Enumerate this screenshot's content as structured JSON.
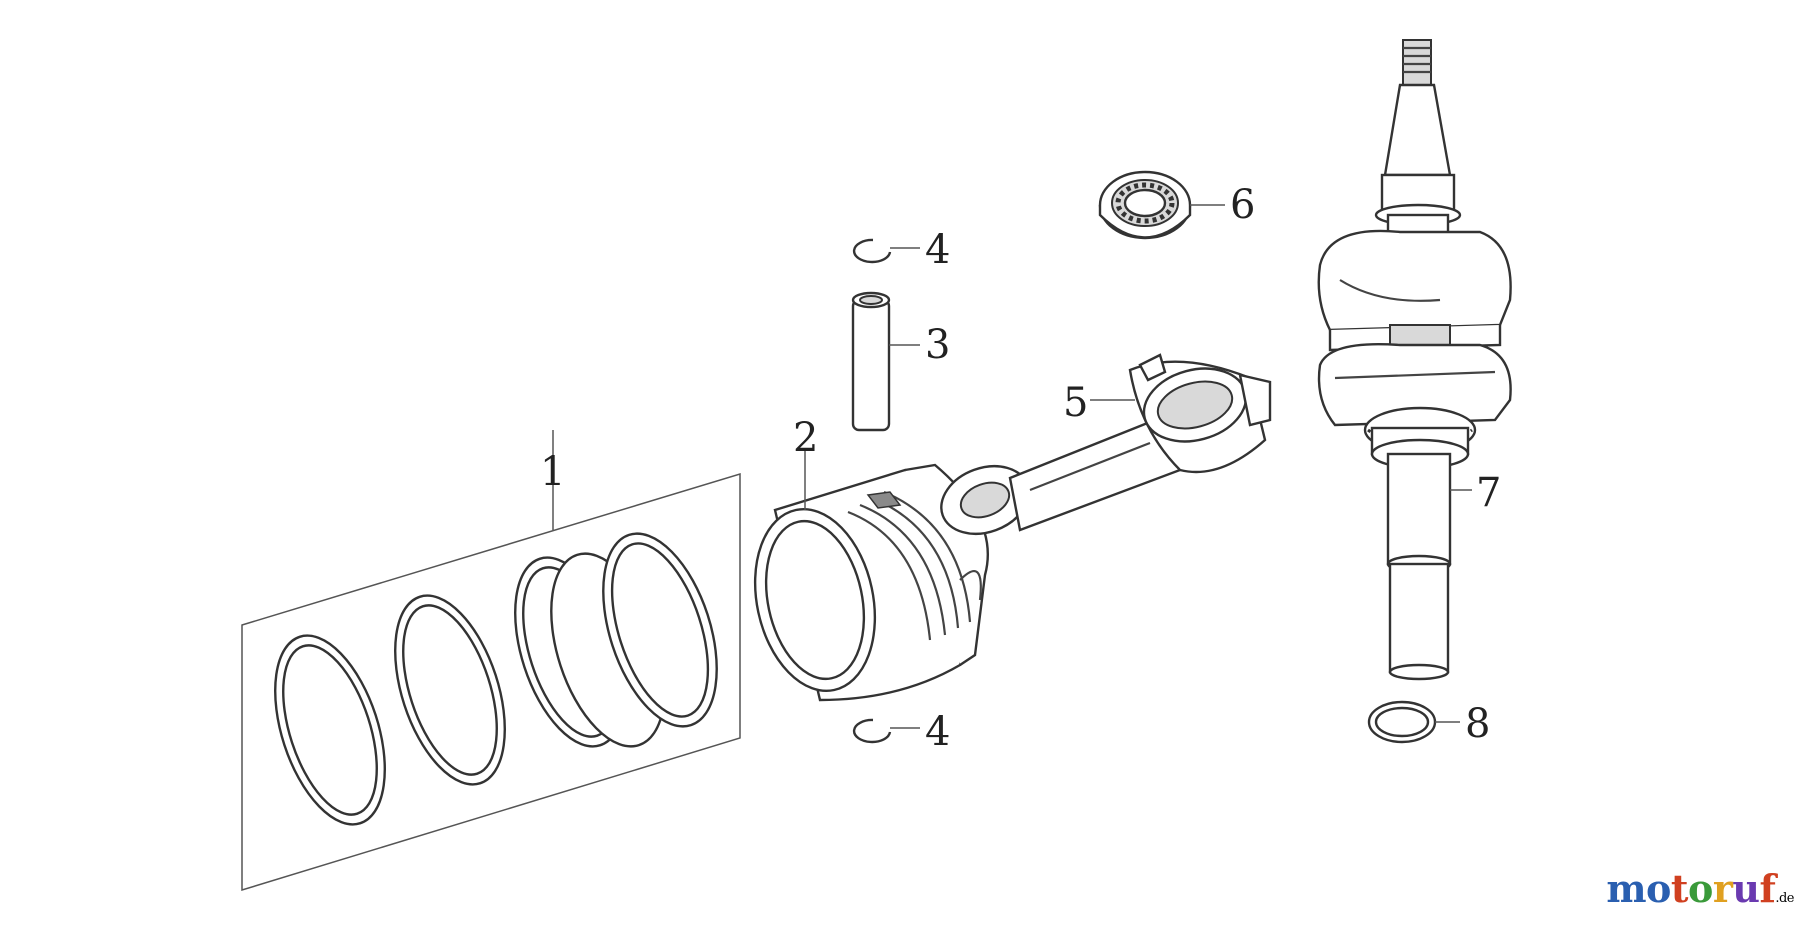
{
  "callouts": {
    "c1": "1",
    "c2": "2",
    "c3": "3",
    "c4_top": "4",
    "c4_bottom": "4",
    "c5": "5",
    "c6": "6",
    "c7": "7",
    "c8": "8"
  },
  "logo": {
    "name": "motoruf",
    "tld": ".de",
    "colors": [
      "#2a5fb0",
      "#2a5fb0",
      "#d04020",
      "#3a9a3a",
      "#e0a020",
      "#6a3ab0",
      "#d04020"
    ]
  }
}
